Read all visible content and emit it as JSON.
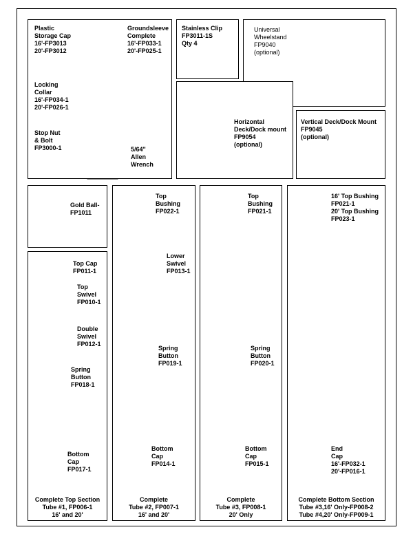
{
  "parts": {
    "storage_cap": {
      "lines": [
        "Plastic",
        "Storage Cap",
        "16'-FP3013",
        "20'-FP3012"
      ]
    },
    "groundsleeve": {
      "lines": [
        "Groundsleeve",
        "Complete",
        "16'-FP033-1",
        "20'-FP025-1"
      ]
    },
    "locking_collar": {
      "lines": [
        "Locking",
        "Collar",
        "16'-FP034-1",
        "20'-FP026-1"
      ]
    },
    "stop_nut": {
      "lines": [
        "Stop Nut",
        "& Bolt",
        "FP3000-1"
      ]
    },
    "allen_wrench": {
      "lines": [
        "5/64\"",
        "Allen",
        "Wrench"
      ]
    },
    "stainless_clip": {
      "lines": [
        "Stainless Clip",
        "FP3011-1S",
        "Qty 4"
      ]
    },
    "wheelstand": {
      "lines": [
        "Universal",
        "Wheelstand",
        "FP9040",
        "(optional)"
      ]
    },
    "horizontal_mount": {
      "lines": [
        "Horizontal",
        "Deck/Dock mount",
        "FP9054",
        "(optional)"
      ]
    },
    "vertical_mount": {
      "lines": [
        "Vertical Deck/Dock Mount",
        "FP9045",
        "(optional)"
      ]
    },
    "gold_ball": {
      "lines": [
        "Gold Ball-",
        "FP1011"
      ]
    },
    "top_cap": {
      "lines": [
        "Top Cap",
        "FP011-1"
      ]
    },
    "top_swivel": {
      "lines": [
        "Top",
        "Swivel",
        "FP010-1"
      ]
    },
    "double_swivel": {
      "lines": [
        "Double",
        "Swivel",
        "FP012-1"
      ]
    },
    "spring_button_1": {
      "lines": [
        "Spring",
        "Button",
        "FP018-1"
      ]
    },
    "bottom_cap_1": {
      "lines": [
        "Bottom",
        "Cap",
        "FP017-1"
      ]
    },
    "complete_top": {
      "lines": [
        "Complete Top Section",
        "Tube #1, FP006-1",
        "16' and 20'"
      ]
    },
    "top_bushing_2": {
      "lines": [
        "Top",
        "Bushing",
        "FP022-1"
      ]
    },
    "lower_swivel": {
      "lines": [
        "Lower",
        "Swivel",
        "FP013-1"
      ]
    },
    "spring_button_2": {
      "lines": [
        "Spring",
        "Button",
        "FP019-1"
      ]
    },
    "bottom_cap_2": {
      "lines": [
        "Bottom",
        "Cap",
        "FP014-1"
      ]
    },
    "complete_tube2": {
      "lines": [
        "Complete",
        "Tube #2, FP007-1",
        "16' and 20'"
      ]
    },
    "top_bushing_3": {
      "lines": [
        "Top",
        "Bushing",
        "FP021-1"
      ]
    },
    "spring_button_3": {
      "lines": [
        "Spring",
        "Button",
        "FP020-1"
      ]
    },
    "bottom_cap_3": {
      "lines": [
        "Bottom",
        "Cap",
        "FP015-1"
      ]
    },
    "complete_tube3": {
      "lines": [
        "Complete",
        "Tube #3, FP008-1",
        "20' Only"
      ]
    },
    "top_bushing_4": {
      "lines": [
        "16' Top Bushing",
        "FP021-1",
        "20' Top Bushing",
        "FP023-1"
      ]
    },
    "end_cap": {
      "lines": [
        "End",
        "Cap",
        "16'-FP032-1",
        "20'-FP016-1"
      ]
    },
    "complete_bottom": {
      "lines": [
        "Complete Bottom Section",
        "Tube #3,16' Only-FP008-2",
        "Tube #4,20' Only-FP009-1"
      ]
    }
  }
}
